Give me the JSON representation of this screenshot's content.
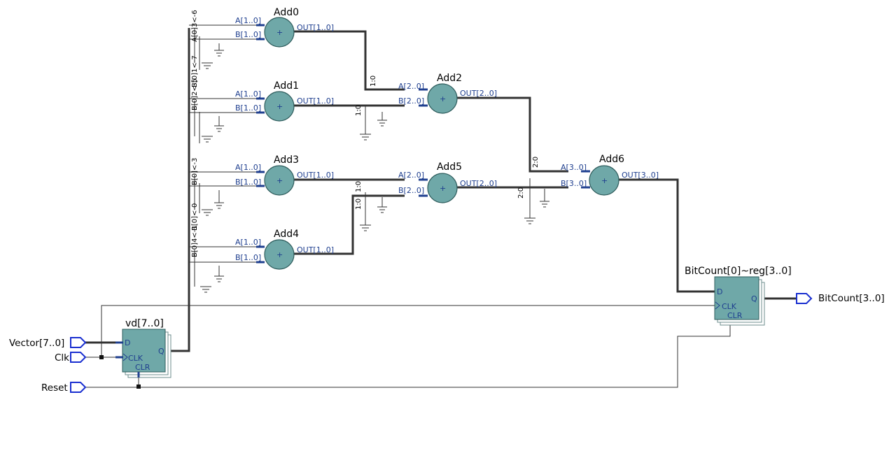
{
  "inputs": {
    "vector": "Vector[7..0]",
    "clk": "Clk",
    "reset": "Reset"
  },
  "outputs": {
    "bitcount": "BitCount[3..0]"
  },
  "registers": {
    "vd": {
      "name": "vd[7..0]",
      "d": "D",
      "clk": "CLK",
      "clr": "CLR",
      "q": "Q"
    },
    "bitcount": {
      "name": "BitCount[0]~reg[3..0]",
      "d": "D",
      "clk": "CLK",
      "clr": "CLR",
      "q": "Q"
    }
  },
  "adders": {
    "add0": {
      "name": "Add0",
      "a": "A[1..0]",
      "b": "B[1..0]",
      "out": "OUT[1..0]"
    },
    "add1": {
      "name": "Add1",
      "a": "A[1..0]",
      "b": "B[1..0]",
      "out": "OUT[1..0]"
    },
    "add3": {
      "name": "Add3",
      "a": "A[1..0]",
      "b": "B[1..0]",
      "out": "OUT[1..0]"
    },
    "add4": {
      "name": "Add4",
      "a": "A[1..0]",
      "b": "B[1..0]",
      "out": "OUT[1..0]"
    },
    "add2": {
      "name": "Add2",
      "a": "A[2..0]",
      "b": "B[2..0]",
      "out": "OUT[2..0]"
    },
    "add5": {
      "name": "Add5",
      "a": "A[2..0]",
      "b": "B[2..0]",
      "out": "OUT[2..0]"
    },
    "add6": {
      "name": "Add6",
      "a": "A[3..0]",
      "b": "B[3..0]",
      "out": "OUT[3..0]"
    }
  },
  "adder_symbol": "+",
  "bus_labels": {
    "b0": "A[0]3<-6",
    "b1": "B[0]1<-7",
    "b2": "B[0]2<-5",
    "b3": "B[0]<-3",
    "b4": "B[0]4<-1",
    "b5": "B[0]<-0",
    "t0": "1:0",
    "t1": "1:0",
    "t2": "1:0",
    "t3": "1:0",
    "t4": "2:0",
    "t5": "2:0"
  }
}
